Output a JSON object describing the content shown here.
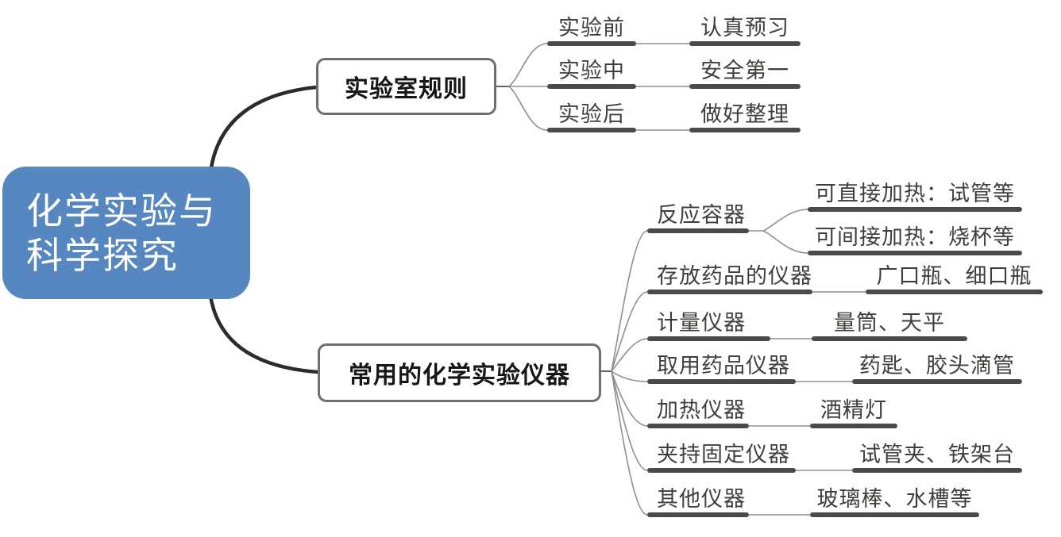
{
  "root": {
    "title_line1": "化学实验与",
    "title_line2": "科学探究"
  },
  "branches": [
    {
      "label": "实验室规则",
      "children": [
        {
          "label": "实验前",
          "value": "认真预习"
        },
        {
          "label": "实验中",
          "value": "安全第一"
        },
        {
          "label": "实验后",
          "value": "做好整理"
        }
      ]
    },
    {
      "label": "常用的化学实验仪器",
      "children": [
        {
          "label": "反应容器",
          "sub": {
            "0": "可直接加热：试管等",
            "1": "可间接加热：烧杯等"
          }
        },
        {
          "label": "存放药品的仪器",
          "value": "广口瓶、细口瓶"
        },
        {
          "label": "计量仪器",
          "value": "量筒、天平"
        },
        {
          "label": "取用药品仪器",
          "value": "药匙、胶头滴管"
        },
        {
          "label": "加热仪器",
          "value": "酒精灯"
        },
        {
          "label": "夹持固定仪器",
          "value": "试管夹、铁架台"
        },
        {
          "label": "其他仪器",
          "value": "玻璃棒、水槽等"
        }
      ]
    }
  ],
  "colors": {
    "root_fill": "#5787c0",
    "root_text": "#ffffff",
    "box_border": "#6e6e6e",
    "bar": "#4a4a4a",
    "thin_line": "#8f8f8f",
    "trunk_line": "#2b2b2b"
  }
}
